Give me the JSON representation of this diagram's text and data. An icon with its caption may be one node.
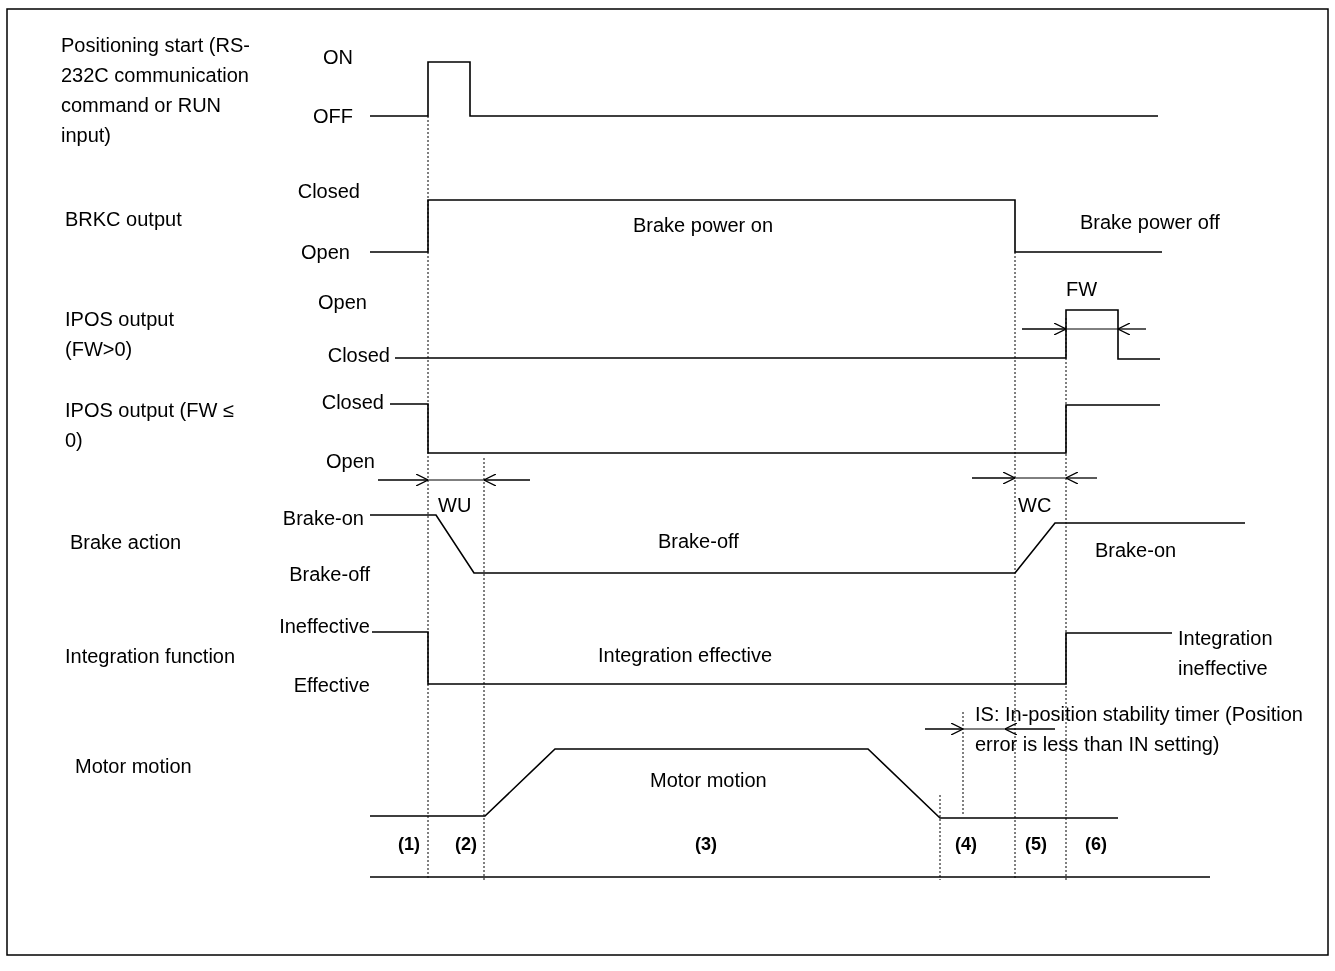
{
  "diagram": {
    "labels": [
      "Positioning start (RS-232C communication command or RUN input)",
      "ON",
      "OFF",
      "Closed",
      "BRKC output",
      "Brake power on",
      "Brake power off",
      "Open",
      "Open",
      "FW",
      "IPOS output (FW>0)",
      "Closed",
      "Closed",
      "IPOS output (FW ≤ 0)",
      "Open",
      "WU",
      "WC",
      "Brake-on",
      "Brake action",
      "Brake-off",
      "Brake-on",
      "Brake-off",
      "Ineffective",
      "Integration function",
      "Integration effective",
      "Integration ineffective",
      "Effective",
      "IS: In-position stability timer (Position error is less than IN setting)",
      "Motor motion",
      "Motor motion",
      "(1)",
      "(2)",
      "(3)",
      "(4)",
      "(5)",
      "(6)"
    ]
  }
}
